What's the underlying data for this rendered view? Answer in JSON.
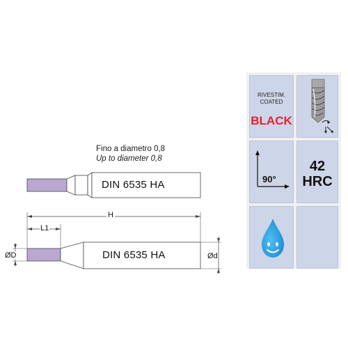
{
  "caption": {
    "line1": "Fino a diametro 0,8",
    "line2": "Up to diameter 0,8"
  },
  "tool_top": {
    "shank_label": "DIN 6535 HA"
  },
  "tool_bottom": {
    "shank_label": "DIN 6535 HA",
    "dim_H": "H",
    "dim_L1": "L1",
    "dim_D": "ØD",
    "dim_d": "Ød"
  },
  "specs": {
    "coating_label_1": "RIVESTIM.",
    "coating_label_2": "COATED",
    "coating_value": "BLACK",
    "helix_angle": "90°",
    "hardness_value": "42",
    "hardness_unit": "HRC"
  },
  "colors": {
    "cutting_part": "#b8a8d2",
    "cell_bg": "#cdd5e8",
    "coating_text": "#e3232b",
    "drop": "#2a9fe0"
  },
  "icons": [
    "end-mill-icon",
    "spindle-rotation-icon",
    "corner-angle-icon",
    "coolant-drop-icon"
  ]
}
